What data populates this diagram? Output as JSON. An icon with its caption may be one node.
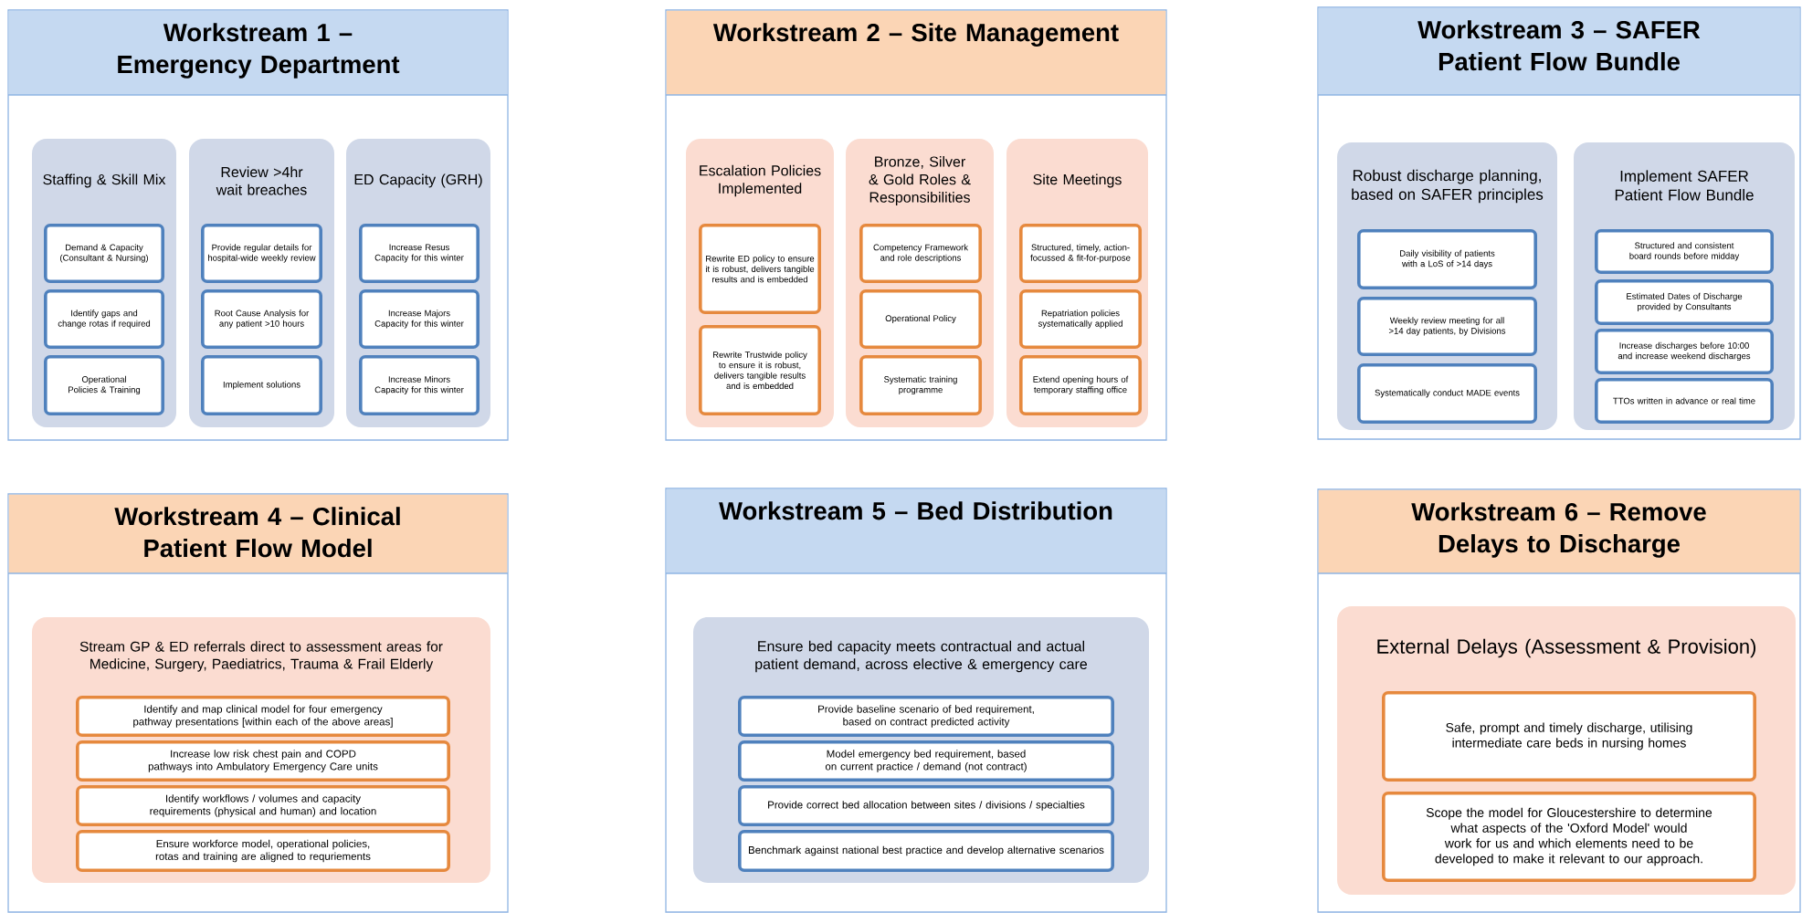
{
  "diagram": {
    "nodes": [
      {
        "text": [
          "Workstream 1 – Emergency Department"
        ]
      },
      {
        "text": [
          "Staffing & Skill Mix"
        ],
        "in": 0
      },
      {
        "text": [
          "Demand & Capacity (Consultant & Nursing)"
        ],
        "in": 1
      },
      {
        "text": [
          "Identify gaps and change rotas if required"
        ],
        "in": 1
      },
      {
        "text": [
          "Operational Policies & Training"
        ],
        "in": 1
      },
      {
        "text": [
          "Review >4hr wait breaches"
        ],
        "in": 0
      },
      {
        "text": [
          "Provide regular details for hospital-wide weekly review"
        ],
        "in": 5
      },
      {
        "text": [
          "Root Cause Analysis for any patient >10 hours"
        ],
        "in": 5
      },
      {
        "text": [
          "Implement solutions"
        ],
        "in": 5
      },
      {
        "text": [
          "ED Capacity (GRH)"
        ],
        "in": 0
      },
      {
        "text": [
          "Increase Resus Capacity for this winter"
        ],
        "in": 9
      },
      {
        "text": [
          "Increase Majors Capacity for this winter"
        ],
        "in": 9
      },
      {
        "text": [
          "Increase Minors Capacity for this winter"
        ],
        "in": 9
      },
      {
        "text": [
          "Workstream 2 – Site Management"
        ]
      },
      {
        "text": [
          "Escalation Policies Implemented"
        ],
        "in": 13
      },
      {
        "text": [
          "Rewrite ED policy to ensure it is robust, delivers tangible results and is embedded"
        ],
        "in": 14
      },
      {
        "text": [
          "Rewrite Trustwide policy to ensure it is robust, delivers tangible results and is embedded"
        ],
        "in": 14
      },
      {
        "text": [
          "Bronze, Silver & Gold Roles & Responsibilities"
        ],
        "in": 13
      },
      {
        "text": [
          "Competency Framework and role descriptions"
        ],
        "in": 17
      },
      {
        "text": [
          "Operational Policy"
        ],
        "in": 17
      },
      {
        "text": [
          "Systematic training programme"
        ],
        "in": 17
      },
      {
        "text": [
          "Site Meetings"
        ],
        "in": 13
      },
      {
        "text": [
          "Structured, timely, action-focussed & fit-for-purpose"
        ],
        "in": 21
      },
      {
        "text": [
          "Repatriation policies systematically applied"
        ],
        "in": 21
      },
      {
        "text": [
          "Extend opening hours of temporary staffing office"
        ],
        "in": 21
      },
      {
        "text": [
          "Workstream 3 – SAFER Patient Flow Bundle"
        ]
      },
      {
        "text": [
          "Robust discharge planning, based on SAFER principles"
        ],
        "in": 25
      },
      {
        "text": [
          "Daily visibility of patients with a LoS of >14 days"
        ],
        "in": 26
      },
      {
        "text": [
          "Weekly review meeting for all >14 day patients, by Divisions"
        ],
        "in": 26
      },
      {
        "text": [
          "Systematically conduct MADE events"
        ],
        "in": 26
      },
      {
        "text": [
          "Implement SAFER Patient Flow Bundle"
        ],
        "in": 25
      },
      {
        "text": [
          "Structured and consistent board rounds before midday"
        ],
        "in": 30
      },
      {
        "text": [
          "Estimated Dates of Discharge provided by Consultants"
        ],
        "in": 30
      },
      {
        "text": [
          "Increase discharges before 10:00 and increase weekend discharges"
        ],
        "in": 30
      },
      {
        "text": [
          "TTOs written in advance or real time"
        ],
        "in": 30
      },
      {
        "text": [
          "Workstream 4 – Clinical Patient Flow Model"
        ]
      },
      {
        "text": [
          "Stream GP & ED referrals direct to assessment areas for Medicine, Surgery, Paediatrics, Trauma & Frail Elderly"
        ],
        "in": 35
      },
      {
        "text": [
          "Identify and map clinical model for four emergency pathway presentations [within each of the above areas]"
        ],
        "in": 36
      },
      {
        "text": [
          "Increase low risk chest pain and COPD pathways into Ambulatory Emergency Care units"
        ],
        "in": 36
      },
      {
        "text": [
          "Identify workflows / volumes and capacity requirements (physical and human) and location"
        ],
        "in": 36
      },
      {
        "text": [
          "Ensure workforce model, operational policies, rotas and training are aligned to requriements"
        ],
        "in": 36
      },
      {
        "text": [
          "Workstream 5 – Bed Distribution"
        ]
      },
      {
        "text": [
          "Ensure bed capacity meets contractual and actual patient demand, across elective & emergency care"
        ],
        "in": 41
      },
      {
        "text": [
          "Provide baseline scenario of bed requirement, based on contract predicted activity"
        ],
        "in": 42
      },
      {
        "text": [
          "Model emergency bed requirement, based on current practice / demand (not contract)"
        ],
        "in": 42
      },
      {
        "text": [
          "Provide correct bed allocation between sites / divisions / specialties"
        ],
        "in": 42
      },
      {
        "text": [
          "Benchmark against national best practice and develop alternative scenarios"
        ],
        "in": 42
      },
      {
        "text": [
          "Workstream 6 – Remove Delays to Discharge"
        ]
      },
      {
        "text": [
          "External Delays (Assessment & Provision)"
        ],
        "in": 47
      },
      {
        "text": [
          "Safe, prompt and timely discharge, utilising intermediate care beds in nursing homes"
        ],
        "in": 48
      },
      {
        "text": [
          "Scope the model for Gloucestershire to determine what aspects of the 'Oxford Model' would work for us and which elements need to be developed to make it relevant to our approach."
        ],
        "in": 48
      }
    ]
  }
}
